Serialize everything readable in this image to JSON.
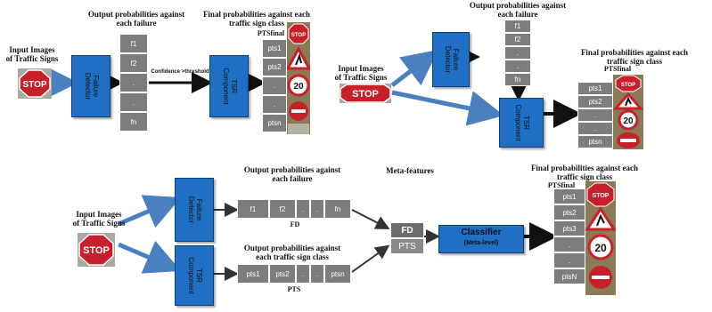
{
  "panel1": {
    "input_label": [
      "Input Images",
      "of Traffic Signs"
    ],
    "fd_label": [
      "Failure",
      "Detector"
    ],
    "output_label": [
      "Output probabilities against",
      "each failure"
    ],
    "failure_cells": [
      "f1",
      "f2",
      ".",
      ".",
      "fn"
    ],
    "threshold_label": "Confidence >threshold",
    "tsr_label": [
      "TSR",
      "Component"
    ],
    "final_label": [
      "Final probabilities against each",
      "traffic sign class"
    ],
    "pts_final": "PTSfinal",
    "pts_cells": [
      "pts1",
      "pts2",
      ".",
      ".",
      "ptsn"
    ]
  },
  "panel2": {
    "input_label": [
      "Input Images",
      "of Traffic Signs"
    ],
    "fd_label": [
      "Failure",
      "Detector"
    ],
    "output_label": [
      "Output probabilities against",
      "each failure"
    ],
    "failure_cells": [
      "f1",
      "f2",
      ".",
      ".",
      "fn"
    ],
    "tsr_label": [
      "TSR",
      "Component"
    ],
    "final_label": [
      "Final probabilities against each",
      "traffic sign class"
    ],
    "pts_final": "PTSfinal",
    "pts_cells": [
      "pts1",
      "pts2",
      ".",
      ".",
      "ptsn"
    ]
  },
  "panel3": {
    "input_label": [
      "Input Images",
      "of Traffic Signs"
    ],
    "fd_label": [
      "Failure",
      "Detector"
    ],
    "tsr_label": [
      "TSR",
      "Component"
    ],
    "fd_output_label": [
      "Output probabilities against",
      "each failure"
    ],
    "fd_cells": [
      "f1",
      "f2",
      ".",
      ".",
      "fn"
    ],
    "fd_caption": "FD",
    "pts_output_label": [
      "Output probabilities against",
      "each traffic sign class"
    ],
    "pts_cells_row": [
      "pts1",
      "pts2",
      ".",
      ".",
      "ptsn"
    ],
    "pts_caption": "PTS",
    "meta_label": "Meta-features",
    "meta_fd": "FD",
    "meta_pts": "PTS",
    "classifier_title": "Classifier",
    "classifier_sub": "(Meta-level)",
    "final_label": [
      "Final probabilities against each",
      "traffic sign class"
    ],
    "pts_final": "PTSfinal",
    "final_cells": [
      "pts1",
      "pts2",
      "pts3",
      ".",
      ".",
      "ptsN"
    ]
  },
  "signs": {
    "stop": "STOP",
    "speed": "20"
  },
  "colors": {
    "blue_box": "#1f6fc4",
    "cell_gray": "#7d7d7d",
    "arrow_blue": "#4a7fc0",
    "stop_red": "#c8202a"
  }
}
